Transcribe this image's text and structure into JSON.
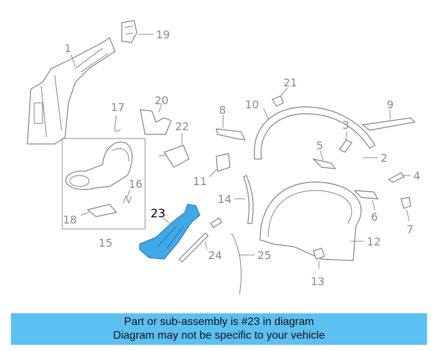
{
  "diagram": {
    "callouts": {
      "c1": "1",
      "c2": "2",
      "c3": "3",
      "c4": "4",
      "c5": "5",
      "c6": "6",
      "c7": "7",
      "c8": "8",
      "c9": "9",
      "c10": "10",
      "c11": "11",
      "c12": "12",
      "c13": "13",
      "c14": "14",
      "c15": "15",
      "c16": "16",
      "c17": "17",
      "c18": "18",
      "c19": "19",
      "c20": "20",
      "c21": "21",
      "c22": "22",
      "c23": "23",
      "c24": "24",
      "c25": "25"
    },
    "highlight_part": "23",
    "highlight_color": "#3fa9e8",
    "line_color": "#7d7d7d"
  },
  "banner": {
    "line1": "Part or sub-assembly is #23 in diagram",
    "line2": "Diagram may not be specific to your vehicle",
    "background": "#5cc0f2"
  }
}
